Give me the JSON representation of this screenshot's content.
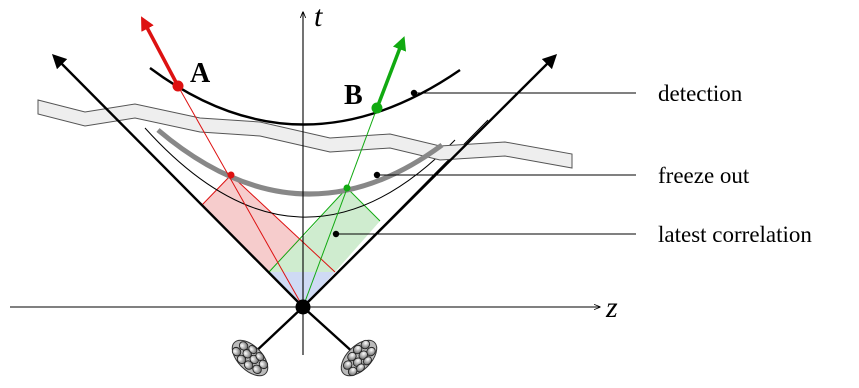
{
  "labels": {
    "t_axis": "t",
    "z_axis": "z",
    "point_a": "A",
    "point_b": "B",
    "detection": "detection",
    "freeze_out": "freeze out",
    "latest_correlation": "latest correlation"
  },
  "colors": {
    "red": "#dd1111",
    "green": "#11aa11",
    "red_fill": "#f6cccc",
    "green_fill": "#cfeccf",
    "blue_fill": "#cfdaf4",
    "freeze_curve": "#888888",
    "band_fill": "#eeeeee"
  }
}
